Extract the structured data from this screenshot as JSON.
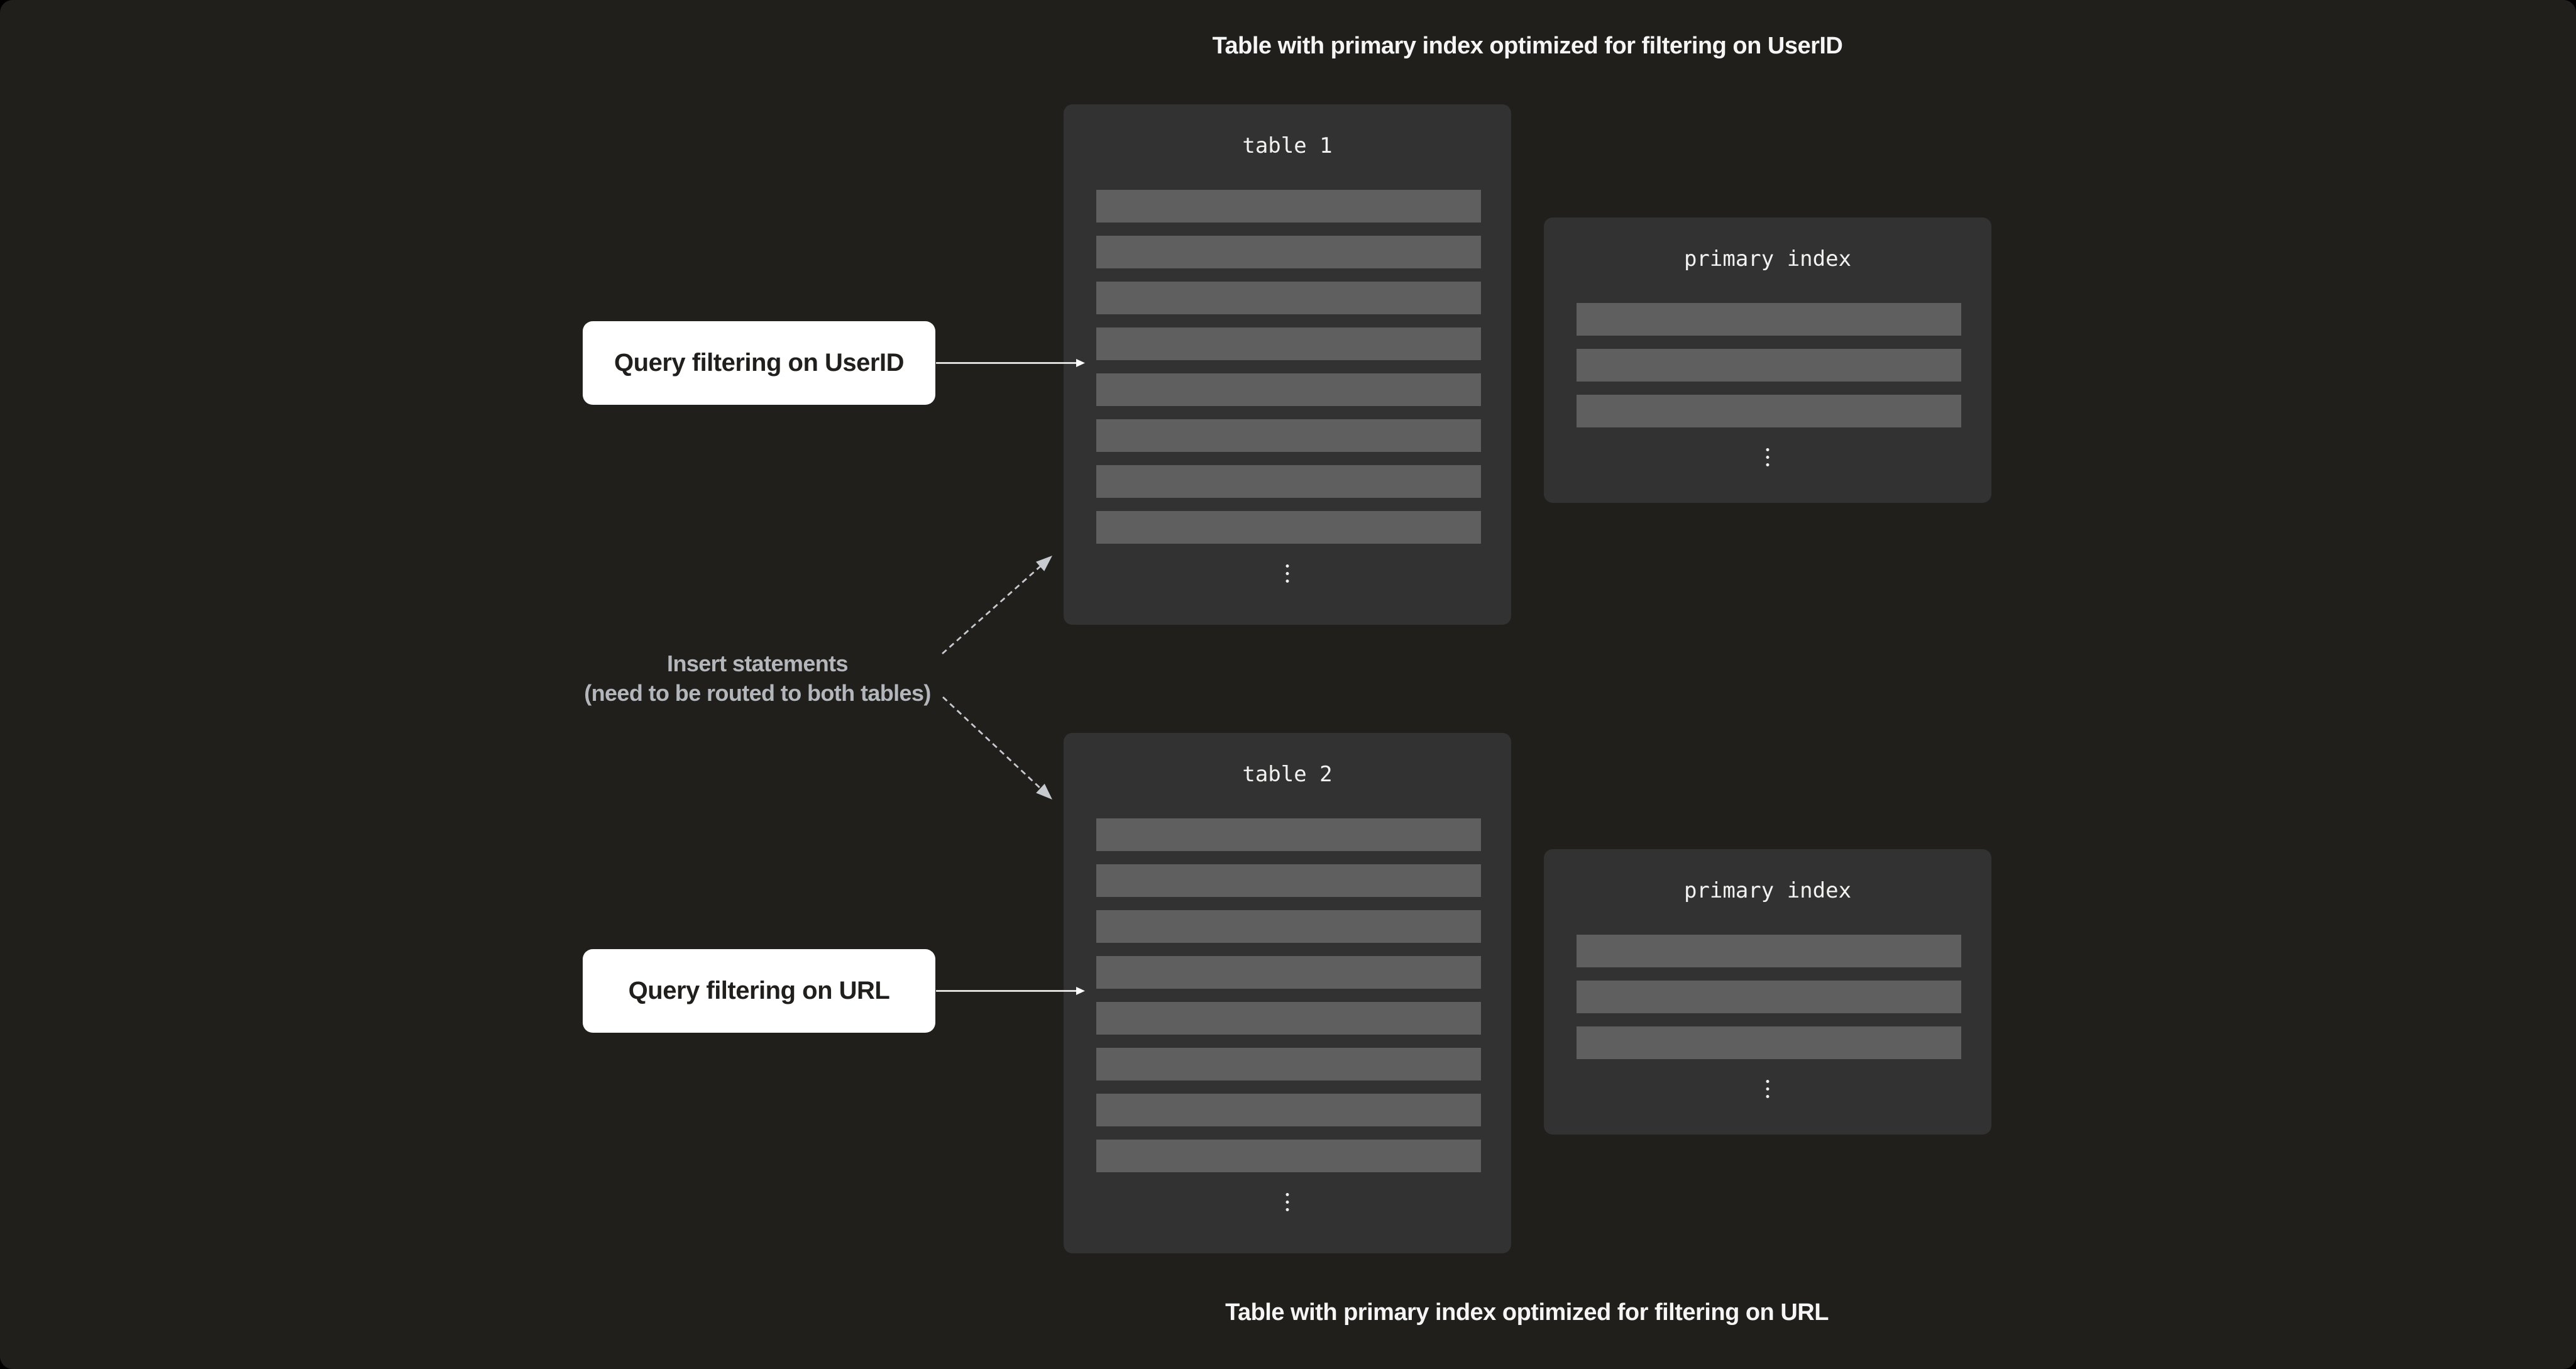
{
  "captions": {
    "top": "Table with primary index optimized for filtering on UserID",
    "bottom": "Table with primary index optimized for filtering on URL"
  },
  "panels": {
    "table1": {
      "title": "table 1",
      "rows": 8
    },
    "table2": {
      "title": "table 2",
      "rows": 8
    },
    "index1": {
      "title": "primary index",
      "rows": 3
    },
    "index2": {
      "title": "primary index",
      "rows": 3
    }
  },
  "query_labels": {
    "userid": "Query filtering on UserID",
    "url": "Query filtering on URL"
  },
  "insert_note": {
    "line1": "Insert statements",
    "line2": "(need to be routed to both tables)"
  },
  "icons": {
    "solid_arrow": "right-arrow-icon",
    "dashed_arrow": "dashed-arrow-icon",
    "ellipsis": "vertical-ellipsis-icon"
  },
  "colors": {
    "page-bg": "#000000",
    "canvas-bg": "#201f1b",
    "panel-bg": "#323233",
    "row-fill": "#5f5f60",
    "label-box-bg": "#ffffff",
    "label-box-text": "#201f1d",
    "caption-text": "#f5f5f5",
    "panel-title-text": "#f2f2f0",
    "note-text": "#b3b7bc",
    "solid-arrow": "#ffffff",
    "dashed-arrow": "#c7cbd0",
    "dots": "#f0f0f0"
  }
}
